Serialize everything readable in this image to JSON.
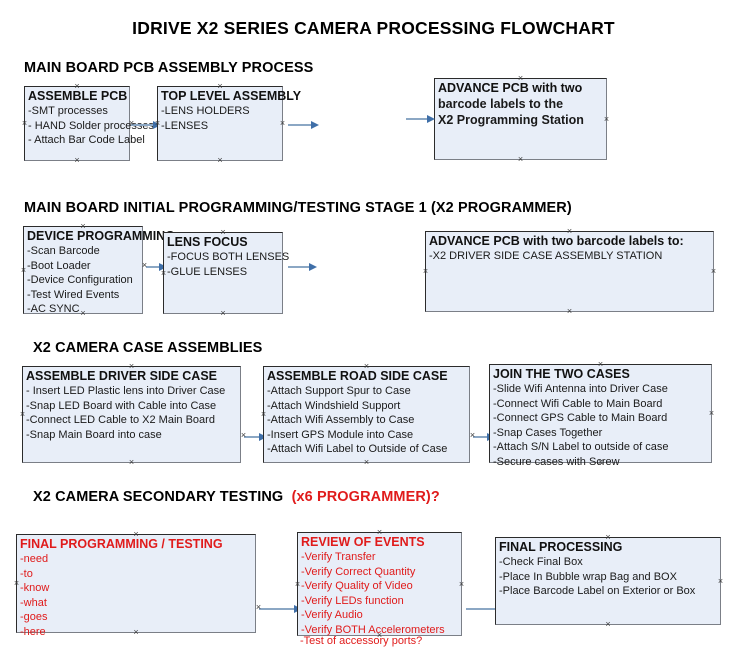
{
  "title": "IDRIVE X2  SERIES CAMERA PROCESSING FLOWCHART",
  "colors": {
    "box_fill": "#e8eef8",
    "box_border": "#2b2b2b",
    "box_shadow": "#7b7f87",
    "connector": "#8ba7c4",
    "arrow": "#3f6fa8",
    "text": "#1a1a1a",
    "red": "#e01b1b"
  },
  "sections": [
    {
      "id": "main-board-pcb-assembly",
      "header": "MAIN BOARD PCB ASSEMBLY PROCESS",
      "header_red": "",
      "nodes": [
        {
          "id": "assemble-pcb",
          "title": "ASSEMBLE PCB",
          "lines": [
            "-SMT processes",
            "- HAND Solder processes",
            "- Attach Bar Code Label"
          ]
        },
        {
          "id": "top-level-assembly",
          "title": "TOP LEVEL ASSEMBLY",
          "lines": [
            "-LENS HOLDERS",
            "-LENSES"
          ]
        },
        {
          "id": "advance-pcb-programming-station",
          "title": "ADVANCE PCB with two",
          "lines": [
            "barcode labels to the",
            " X2 Programming Station"
          ]
        }
      ]
    },
    {
      "id": "main-board-initial-programming",
      "header": "MAIN BOARD INITIAL PROGRAMMING/TESTING STAGE 1 (X2 PROGRAMMER)",
      "header_red": "",
      "nodes": [
        {
          "id": "device-programming",
          "title": "DEVICE PROGRAMMING",
          "lines": [
            "-Scan Barcode",
            "-Boot Loader",
            "-Device Configuration",
            "-Test Wired Events",
            "-AC SYNC"
          ]
        },
        {
          "id": "lens-focus",
          "title": "LENS FOCUS",
          "lines": [
            "-FOCUS BOTH LENSES",
            "-GLUE LENSES"
          ]
        },
        {
          "id": "advance-pcb-driver-side-case",
          "title": "ADVANCE PCB with two barcode labels to:",
          "lines": [
            "-X2 DRIVER  SIDE  CASE  ASSEMBLY STATION"
          ]
        }
      ]
    },
    {
      "id": "x2-camera-case-assemblies",
      "header": "X2 CAMERA CASE ASSEMBLIES",
      "header_red": "",
      "nodes": [
        {
          "id": "assemble-driver-side-case",
          "title": "ASSEMBLE DRIVER SIDE CASE",
          "lines": [
            "- Insert LED Plastic lens into Driver Case",
            "-Snap LED Board with Cable into Case",
            "-Connect LED Cable to X2 Main Board",
            "-Snap Main Board into case"
          ]
        },
        {
          "id": "assemble-road-side-case",
          "title": "ASSEMBLE ROAD SIDE CASE",
          "lines": [
            "-Attach Support Spur to Case",
            "-Attach Windshield Support",
            "-Attach Wifi Assembly to Case",
            "-Insert GPS Module into Case",
            "-Attach Wifi Label to Outside of Case"
          ]
        },
        {
          "id": "join-the-two-cases",
          "title": "JOIN THE TWO CASES",
          "lines": [
            "-Slide Wifi Antenna into Driver Case",
            "-Connect Wifi Cable to Main Board",
            "-Connect GPS Cable to Main Board",
            "-Snap Cases Together",
            "-Attach S/N Label to outside of case",
            "-Secure cases with Screw"
          ]
        }
      ]
    },
    {
      "id": "x2-camera-secondary-testing",
      "header": "X2 CAMERA SECONDARY TESTING",
      "header_red": "(x6 PROGRAMMER)?",
      "nodes": [
        {
          "id": "final-programming-testing",
          "title": "FINAL PROGRAMMING / TESTING",
          "lines": [
            "-need",
            "-to",
            "-know",
            "-what",
            "-goes",
            "-here"
          ]
        },
        {
          "id": "review-of-events",
          "title": "REVIEW OF EVENTS",
          "lines": [
            "-Verify Transfer",
            "-Verify Correct Quantity",
            "-Verify Quality of Video",
            "-Verify LEDs function",
            "-Verify Audio",
            "-Verify BOTH Accelerometers"
          ],
          "overflow_line": "-Test of accessory ports?"
        },
        {
          "id": "final-processing",
          "title": "FINAL PROCESSING",
          "lines": [
            " -Check Final Box",
            "-Place In Bubble wrap Bag and BOX",
            "-Place Barcode Label on Exterior or Box"
          ]
        }
      ]
    }
  ]
}
